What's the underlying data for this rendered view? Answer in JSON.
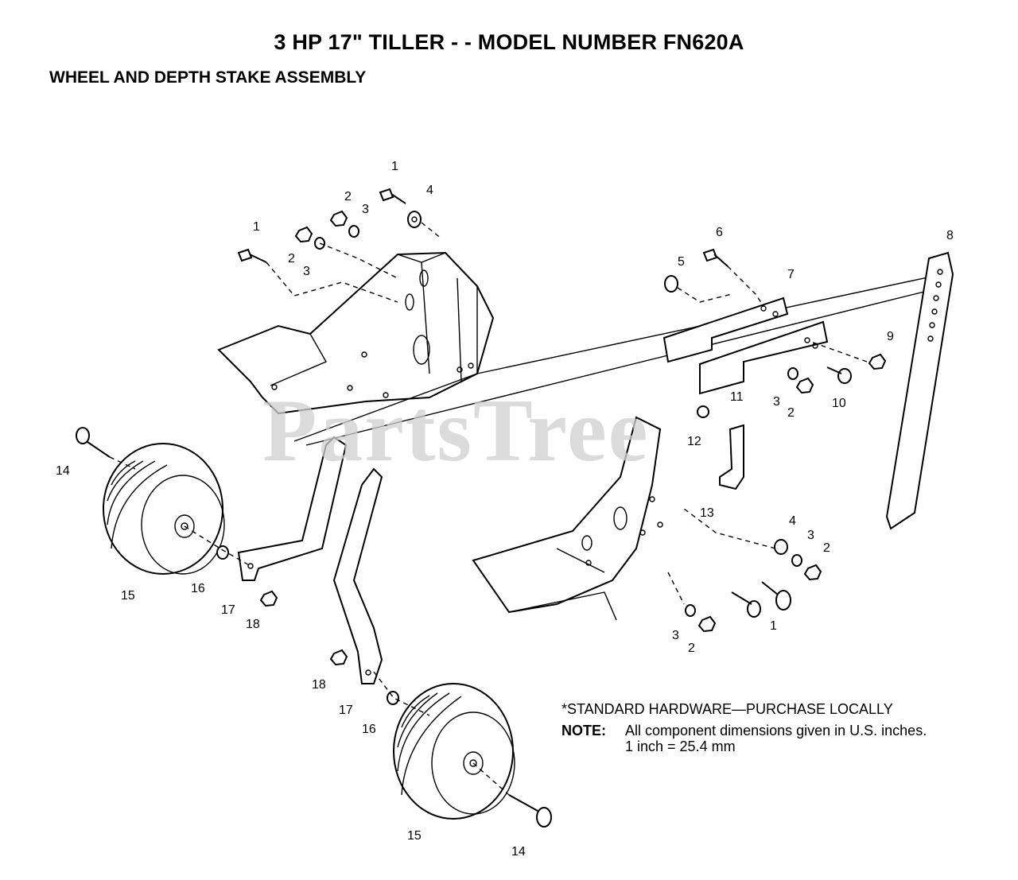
{
  "header": {
    "title": "3 HP  17\" TILLER - - MODEL NUMBER FN620A",
    "subtitle": "WHEEL AND DEPTH STAKE ASSEMBLY"
  },
  "watermark": {
    "text": "PartsTree"
  },
  "notes": {
    "standard_hardware": "*STANDARD HARDWARE—PURCHASE LOCALLY",
    "note_label": "NOTE:",
    "note_line1": "All component dimensions given in U.S. inches.",
    "note_line2": "1 inch = 25.4 mm"
  },
  "callouts": [
    "1",
    "4",
    "2",
    "3",
    "1",
    "2",
    "3",
    "6",
    "5",
    "7",
    "8",
    "9",
    "3",
    "2",
    "10",
    "11",
    "12",
    "13",
    "14",
    "15",
    "16",
    "17",
    "18",
    "4",
    "3",
    "2",
    "1",
    "3",
    "2",
    "18",
    "17",
    "16",
    "15",
    "14"
  ]
}
